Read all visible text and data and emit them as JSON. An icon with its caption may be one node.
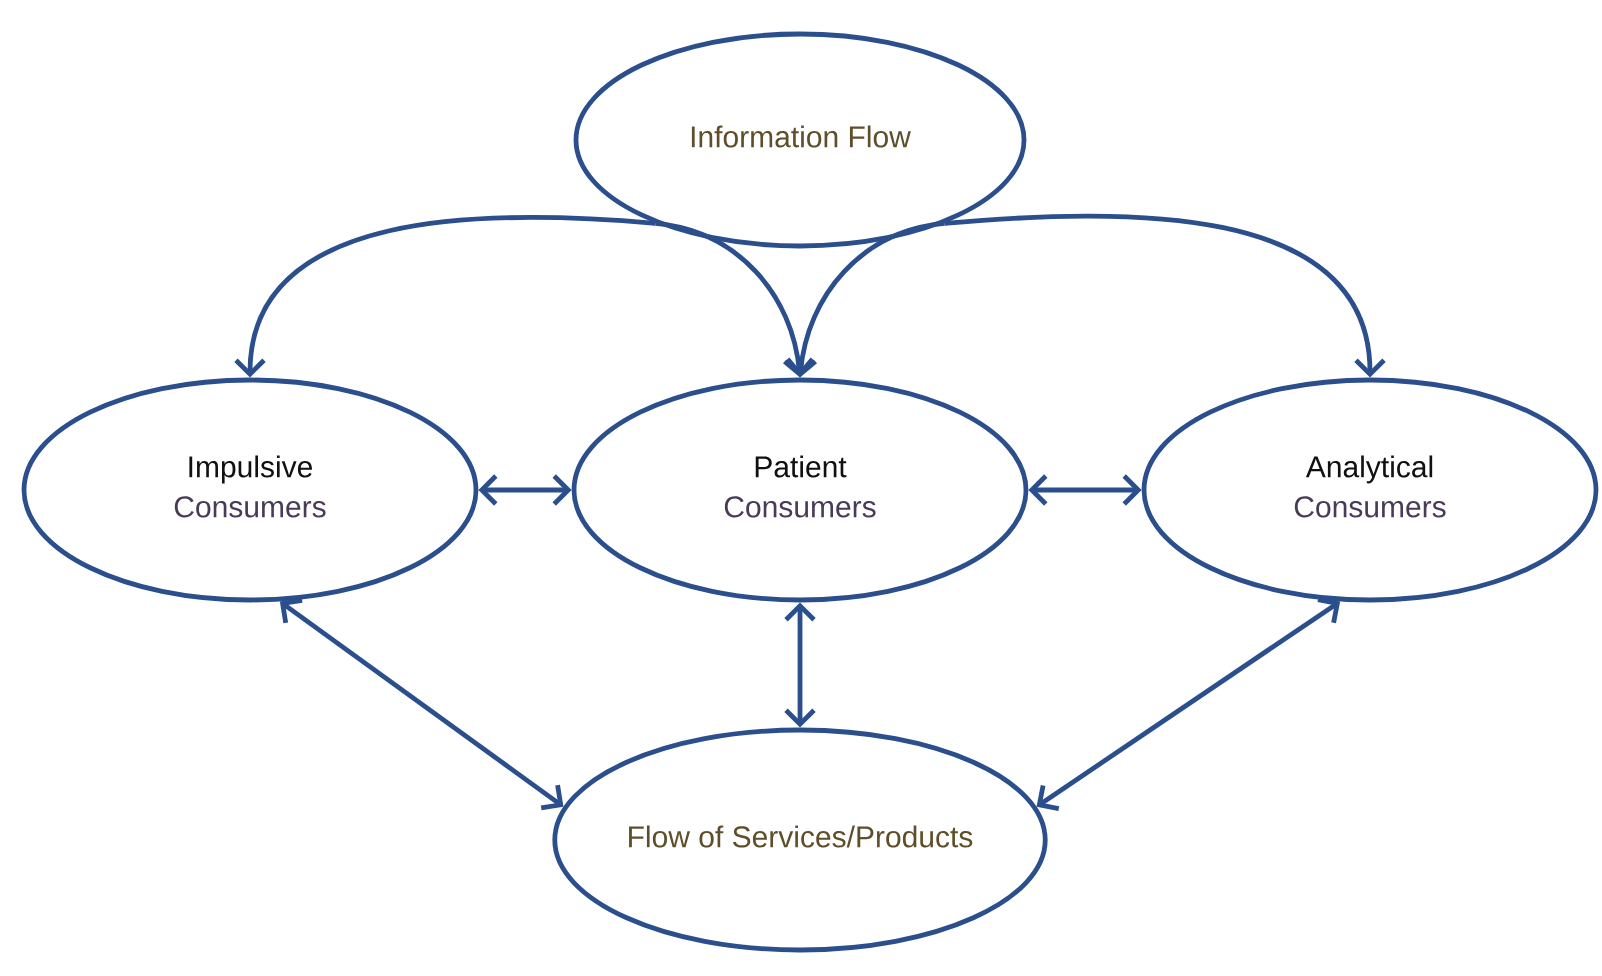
{
  "diagram": {
    "nodes": [
      {
        "text": [
          "Information Flow"
        ]
      },
      {
        "text": [
          "Impulsive",
          "Consumers"
        ]
      },
      {
        "text": [
          "Patient",
          "Consumers"
        ]
      },
      {
        "text": [
          "Analytical",
          "Consumers"
        ]
      },
      {
        "text": [
          "Flow of Services/Products"
        ]
      }
    ],
    "edges": [
      {
        "from": 0,
        "to": 1,
        "arrow": "to"
      },
      {
        "from": 0,
        "to": 2,
        "arrow": "to"
      },
      {
        "from": 0,
        "to": 2,
        "arrow": "to"
      },
      {
        "from": 0,
        "to": 3,
        "arrow": "to"
      },
      {
        "from": 1,
        "to": 2,
        "arrow": "both"
      },
      {
        "from": 2,
        "to": 3,
        "arrow": "both"
      },
      {
        "from": 2,
        "to": 4,
        "arrow": "both"
      },
      {
        "from": 1,
        "to": 4,
        "arrow": "both"
      },
      {
        "from": 3,
        "to": 4,
        "arrow": "both"
      }
    ]
  }
}
